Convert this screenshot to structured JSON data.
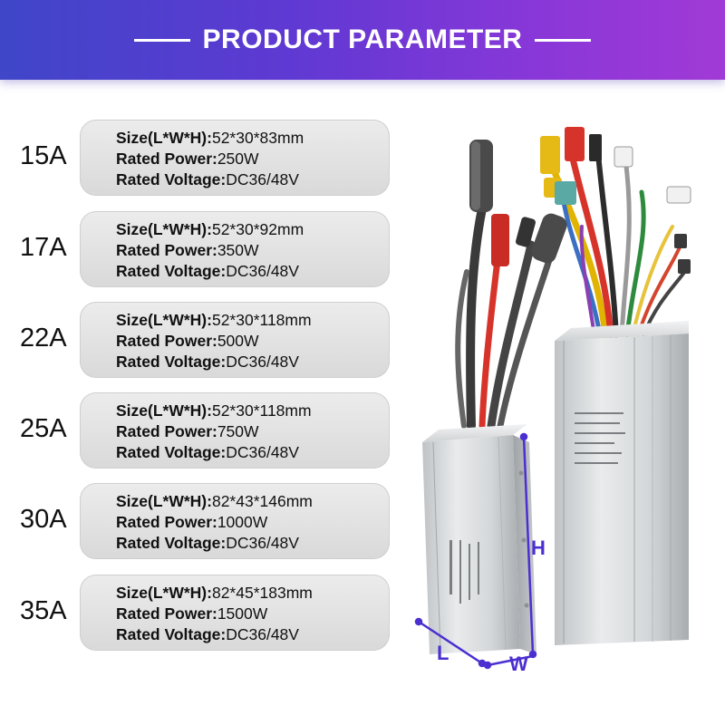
{
  "header": {
    "title": "PRODUCT PARAMETER"
  },
  "labels": {
    "size": "Size(L*W*H):",
    "power": "Rated Power:",
    "voltage": "Rated Voltage:"
  },
  "specs": [
    {
      "amp": "15A",
      "size": "52*30*83mm",
      "power": "250W",
      "voltage": "DC36/48V"
    },
    {
      "amp": "17A",
      "size": "52*30*92mm",
      "power": "350W",
      "voltage": "DC36/48V"
    },
    {
      "amp": "22A",
      "size": "52*30*118mm",
      "power": "500W",
      "voltage": "DC36/48V"
    },
    {
      "amp": "25A",
      "size": "52*30*118mm",
      "power": "750W",
      "voltage": "DC36/48V"
    },
    {
      "amp": "30A",
      "size": "82*43*146mm",
      "power": "1000W",
      "voltage": "DC36/48V"
    },
    {
      "amp": "35A",
      "size": "82*45*183mm",
      "power": "1500W",
      "voltage": "DC36/48V"
    }
  ],
  "dimensions": {
    "length": "L",
    "width": "W",
    "height": "H"
  },
  "colors": {
    "banner_start": "#3f46c8",
    "banner_end": "#a13ad6",
    "dimension": "#4b2fd0"
  }
}
